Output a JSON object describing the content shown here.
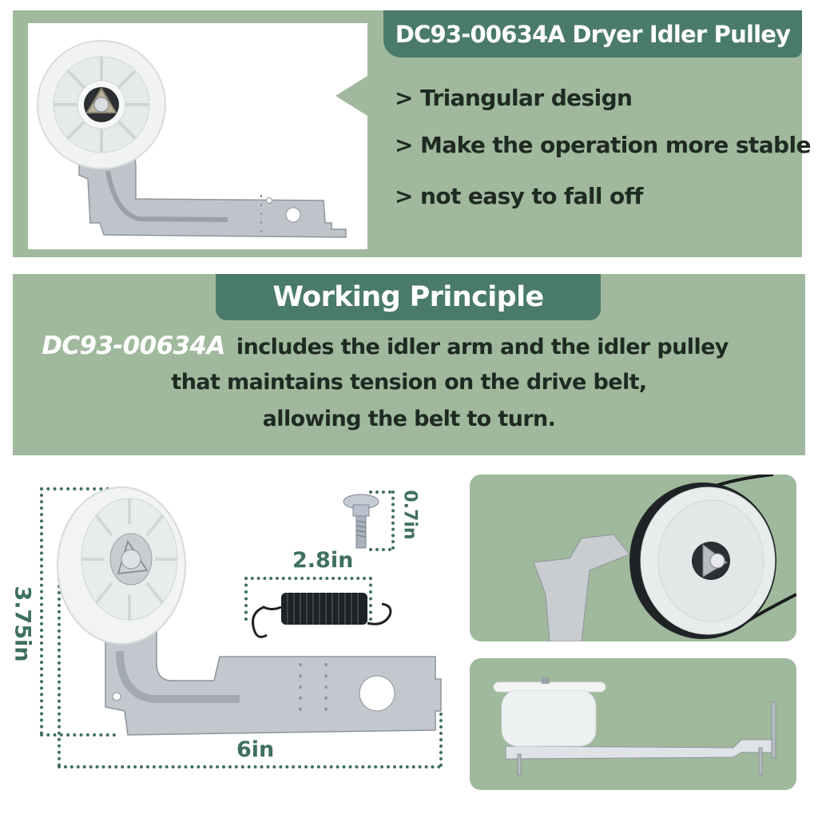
{
  "header": {
    "title": "DC93-00634A Dryer Idler Pulley"
  },
  "features": [
    "> Triangular design",
    "> Make the operation more stable",
    "> not easy to fall off"
  ],
  "working_principle": {
    "heading": "Working Principle",
    "model": "DC93-00634A",
    "line1": "includes the idler arm and the idler pulley",
    "line2": "that maintains tension on the drive belt,",
    "line3": "allowing the belt to turn."
  },
  "dimensions": {
    "height": "3.75in",
    "width": "6in",
    "spring_length": "2.8in",
    "screw_length": "0.7in"
  },
  "colors": {
    "panel_green": "#a0b99d",
    "header_teal": "#4a7a6c",
    "dimension_green": "#3f6f5f",
    "text_dark": "#1f2a22"
  },
  "images": [
    {
      "name": "idler-pulley-assembly-front"
    },
    {
      "name": "idler-pulley-dimensions"
    },
    {
      "name": "idler-pulley-with-belt"
    },
    {
      "name": "idler-pulley-side-view"
    }
  ]
}
